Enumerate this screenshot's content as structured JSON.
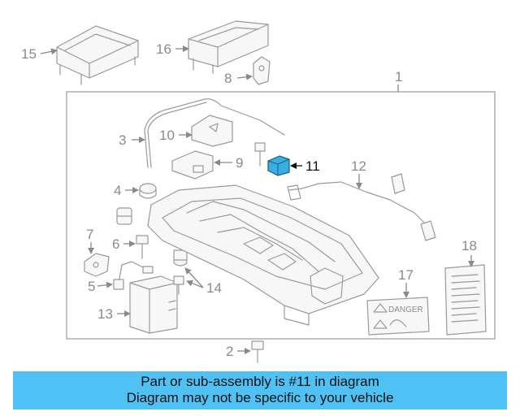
{
  "callouts": {
    "c1": "1",
    "c2": "2",
    "c3": "3",
    "c4": "4",
    "c5": "5",
    "c6": "6",
    "c7": "7",
    "c8": "8",
    "c9": "9",
    "c10": "10",
    "c11": "11",
    "c12": "12",
    "c13": "13",
    "c14": "14",
    "c15": "15",
    "c16": "16",
    "c17": "17",
    "c18": "18"
  },
  "danger_label": "DANGER",
  "highlight_color": "#3aaee0",
  "footer": {
    "line1": "Part or sub-assembly is #11 in diagram",
    "line2": "Diagram may not be specific to your vehicle"
  }
}
